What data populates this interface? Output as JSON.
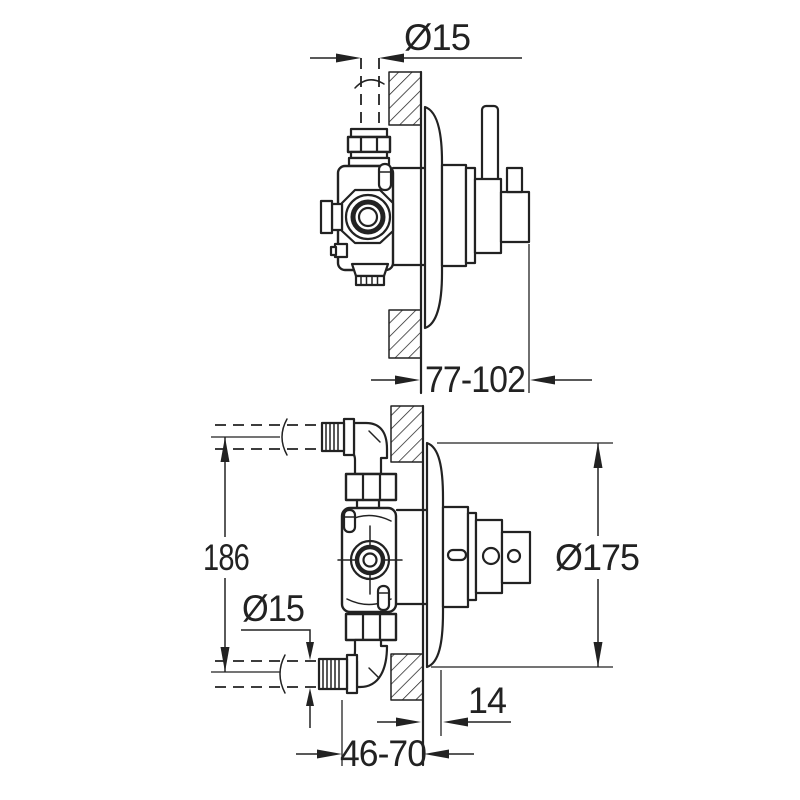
{
  "drawing": {
    "background_color": "#ffffff",
    "line_color": "#222222",
    "description": "Two-view dimensioned installation drawing of a concealed thermostatic shower valve",
    "top_view": {
      "dims": {
        "pipe_diameter": "Ø15",
        "mounting_depth_range": "77-102"
      }
    },
    "front_view": {
      "dims": {
        "connection_spacing": "186",
        "pipe_diameter": "Ø15",
        "escutcheon_diameter": "Ø175",
        "escutcheon_thickness": "14",
        "connection_depth_range": "46-70"
      }
    }
  }
}
